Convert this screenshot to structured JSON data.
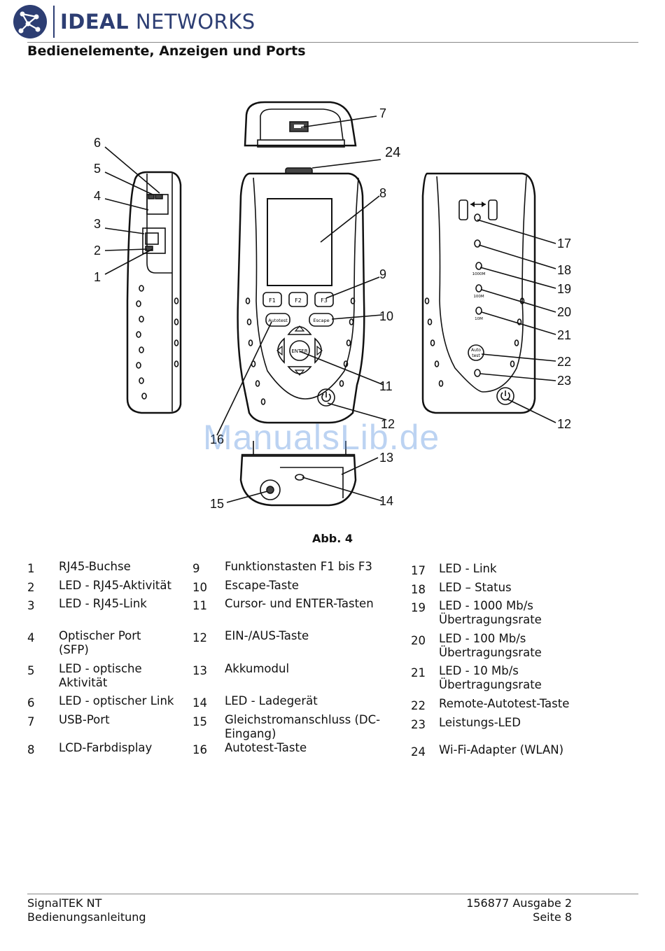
{
  "header": {
    "brand_bold": "IDEAL",
    "brand_rest": " NETWORKS",
    "logo_icon": "network-nodes-icon",
    "brand_color": "#2d3e73"
  },
  "section_title": "Bedienelemente, Anzeigen und Ports",
  "figure": {
    "callouts": [
      "1",
      "2",
      "3",
      "4",
      "5",
      "6",
      "7",
      "8",
      "9",
      "10",
      "11",
      "12",
      "13",
      "14",
      "15",
      "16",
      "17",
      "18",
      "19",
      "20",
      "21",
      "22",
      "23",
      "24"
    ],
    "key_labels": {
      "f1": "F1",
      "f2": "F2",
      "f3": "F3",
      "autotest": "Autotest",
      "escape": "Escape",
      "enter": "ENTER",
      "remote_autotest": "Auto\ntest",
      "led_1000": "1000M",
      "led_100": "100M",
      "led_10": "10M"
    },
    "caption": "Abb. 4"
  },
  "watermark": "ManualsLib.de",
  "legend": {
    "columns": [
      [
        {
          "num": "1",
          "text": "RJ45-Buchse"
        },
        {
          "num": "2",
          "text": "LED - RJ45-Aktivität"
        },
        {
          "num": "3",
          "text": "LED - RJ45-Link"
        },
        {
          "num": "4",
          "text": "Optischer Port\n(SFP)"
        },
        {
          "num": "5",
          "text": "LED - optische\nAktivität"
        },
        {
          "num": "6",
          "text": "LED - optischer Link"
        },
        {
          "num": "7",
          "text": "USB-Port"
        },
        {
          "num": "8",
          "text": "LCD-Farbdisplay"
        }
      ],
      [
        {
          "num": "9",
          "text": "Funktionstasten F1 bis F3"
        },
        {
          "num": "10",
          "text": "Escape-Taste"
        },
        {
          "num": "11",
          "text": "Cursor- und ENTER-Tasten"
        },
        {
          "num": "12",
          "text": "EIN-/AUS-Taste"
        },
        {
          "num": "13",
          "text": "Akkumodul"
        },
        {
          "num": "14",
          "text": "LED - Ladegerät"
        },
        {
          "num": "15",
          "text": "Gleichstromanschluss (DC-\nEingang)"
        },
        {
          "num": "16",
          "text": "Autotest-Taste"
        }
      ],
      [
        {
          "num": "17",
          "text": "LED - Link"
        },
        {
          "num": "18",
          "text": "LED – Status"
        },
        {
          "num": "19",
          "text": "LED - 1000 Mb/s\nÜbertragungsrate"
        },
        {
          "num": "20",
          "text": "LED - 100 Mb/s\nÜbertragungsrate"
        },
        {
          "num": "21",
          "text": "LED - 10 Mb/s\nÜbertragungsrate"
        },
        {
          "num": "22",
          "text": "Remote-Autotest-Taste"
        },
        {
          "num": "23",
          "text": "Leistungs-LED"
        },
        {
          "num": "24",
          "text": "Wi-Fi-Adapter (WLAN)"
        }
      ]
    ]
  },
  "footer": {
    "left_line1": "SignalTEK NT",
    "left_line2": "Bedienungsanleitung",
    "right_line1": "156877 Ausgabe 2",
    "right_line2": "Seite 8"
  }
}
